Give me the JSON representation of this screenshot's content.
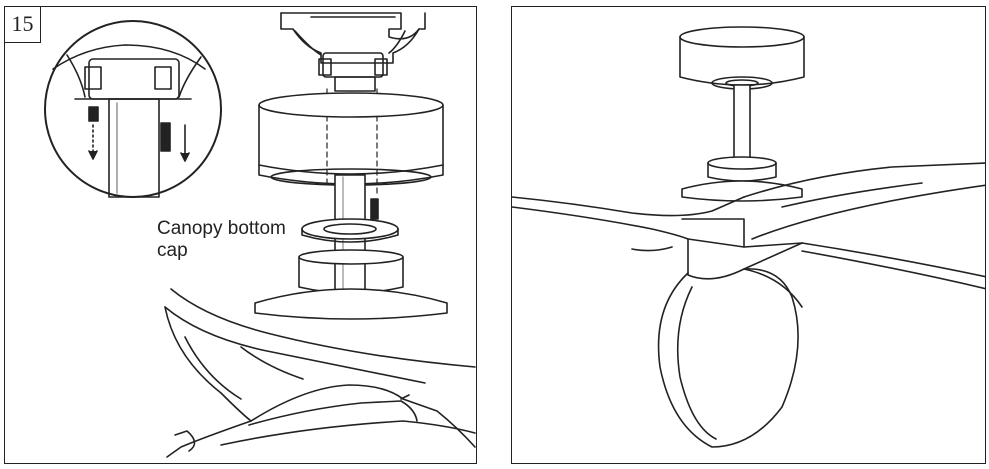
{
  "step": {
    "number": "15"
  },
  "callout": {
    "line1": "Canopy bottom",
    "line2": "cap"
  },
  "colors": {
    "ink": "#222222",
    "background": "#ffffff",
    "shade": "#e6e6e6"
  }
}
